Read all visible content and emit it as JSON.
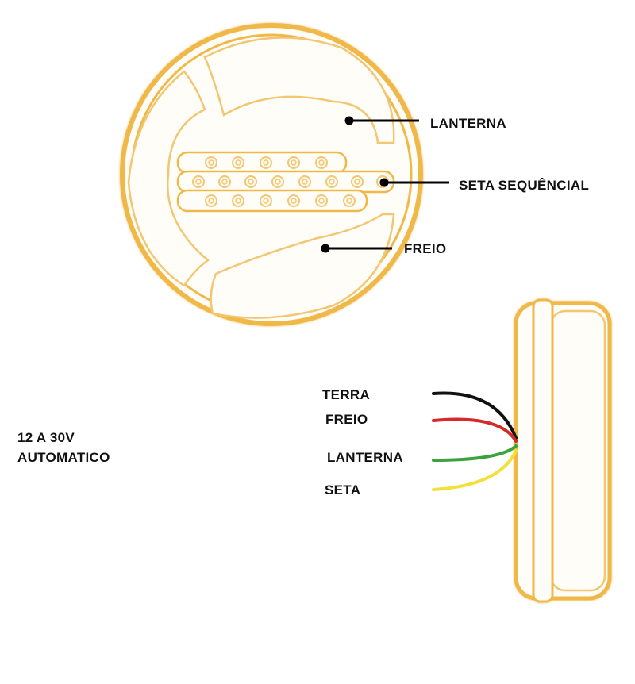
{
  "front_view": {
    "callouts": [
      {
        "label": "LANTERNA"
      },
      {
        "label": "SETA SEQUÊNCIAL"
      },
      {
        "label": "FREIO"
      }
    ]
  },
  "side_view": {
    "wires": [
      {
        "label": "TERRA",
        "color": "#111111"
      },
      {
        "label": "FREIO",
        "color": "#d42a2a"
      },
      {
        "label": "LANTERNA",
        "color": "#3aa43a"
      },
      {
        "label": "SETA",
        "color": "#f2e13a"
      }
    ]
  },
  "voltage": {
    "line1": "12 A 30V",
    "line2": "AUTOMATICO"
  },
  "colors": {
    "lamp_outline": "#f0b84a",
    "lamp_fill": "#fffdf7",
    "led_ring": "#f3c673",
    "leader_line": "#000000"
  }
}
